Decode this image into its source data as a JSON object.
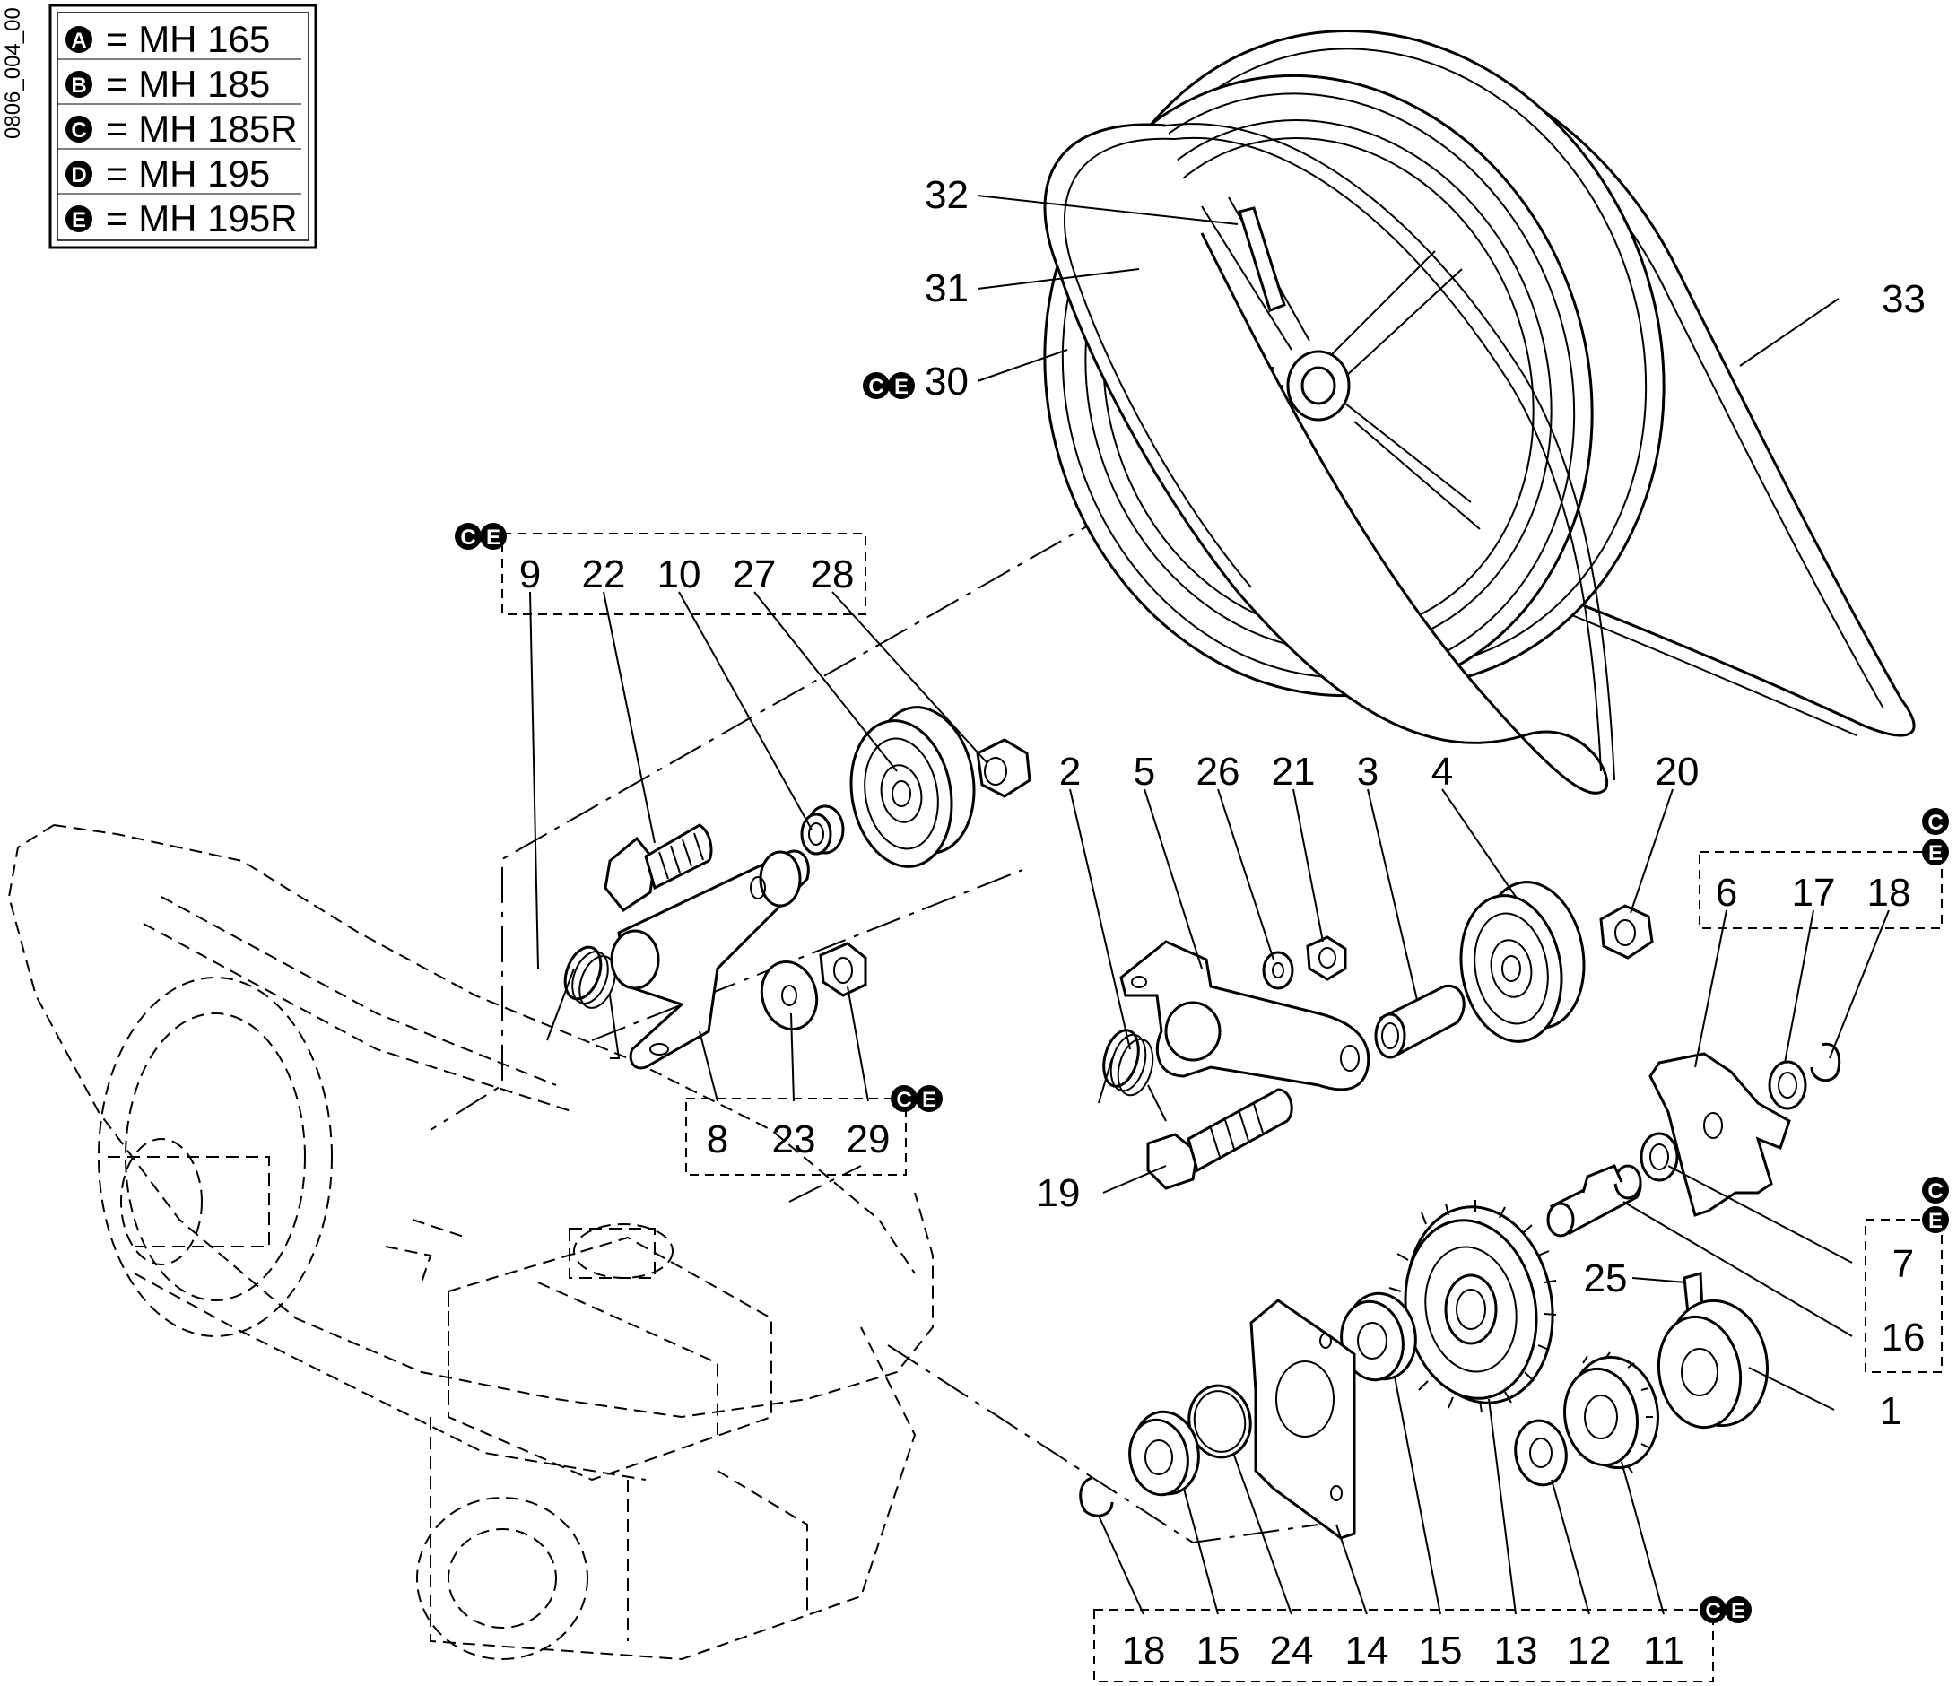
{
  "drawing_code": "0806_004_00",
  "legend": [
    {
      "badge": "A",
      "text": "= MH 165"
    },
    {
      "badge": "B",
      "text": "= MH 185"
    },
    {
      "badge": "C",
      "text": "= MH 185R"
    },
    {
      "badge": "D",
      "text": "= MH 195"
    },
    {
      "badge": "E",
      "text": "= MH 195R"
    }
  ],
  "group_badges": {
    "c": "C",
    "e": "E"
  },
  "callouts": {
    "p1": "1",
    "p2": "2",
    "p3": "3",
    "p4": "4",
    "p5": "5",
    "p6": "6",
    "p7": "7",
    "p8": "8",
    "p9": "9",
    "p10": "10",
    "p11": "11",
    "p12": "12",
    "p13": "13",
    "p14a": "14",
    "p15a": "15",
    "p15b": "15",
    "p16": "16",
    "p17": "17",
    "p18a": "18",
    "p18b": "18",
    "p19": "19",
    "p20": "20",
    "p21": "21",
    "p22": "22",
    "p23": "23",
    "p24": "24",
    "p25": "25",
    "p26": "26",
    "p27": "27",
    "p28": "28",
    "p29": "29",
    "p30": "30",
    "p31": "31",
    "p32": "32",
    "p33": "33"
  }
}
